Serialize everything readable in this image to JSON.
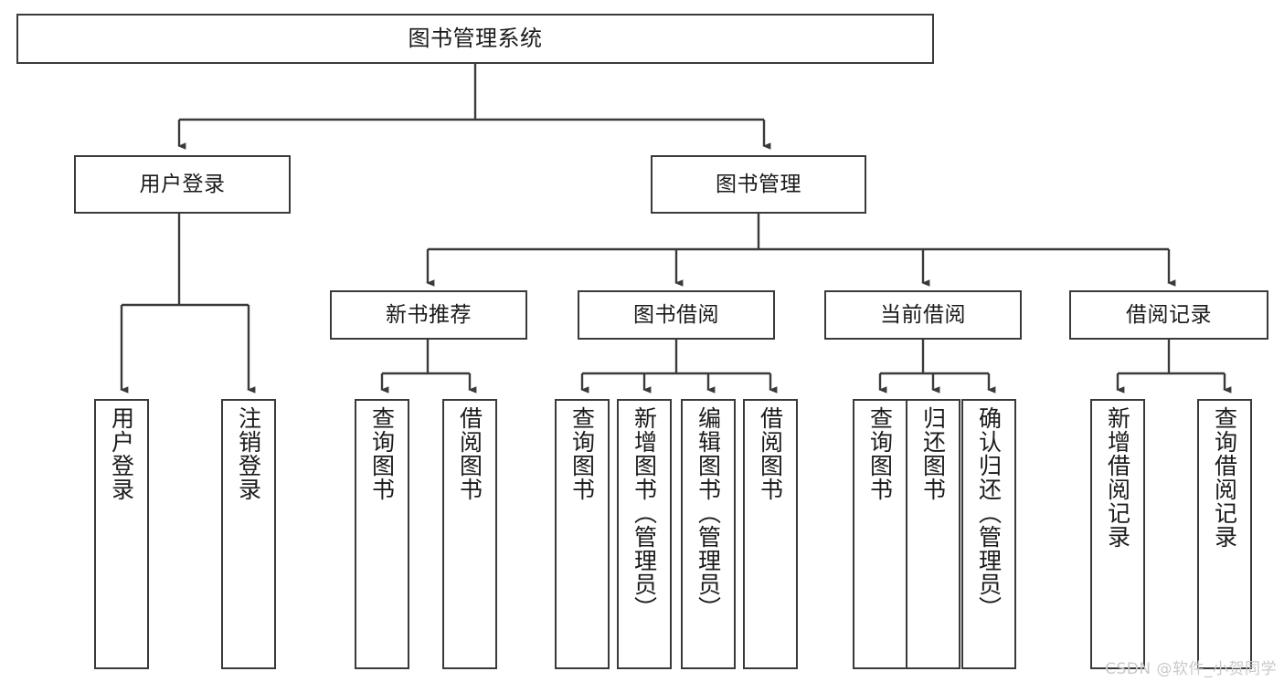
{
  "diagram": {
    "title": "图书管理系统",
    "type": "tree-hierarchy",
    "watermark": "CSDN @软件_小贺同学",
    "colors": {
      "stroke": "#3a3a3a",
      "fill": "#ffffff",
      "text": "#1a1a1a",
      "watermark": "#c9c9c9"
    },
    "levels": {
      "root": {
        "label": "图书管理系统"
      },
      "level2": [
        {
          "id": "user-login",
          "label": "用户登录"
        },
        {
          "id": "book-manage",
          "label": "图书管理"
        }
      ],
      "level3": [
        {
          "id": "new-book-recommend",
          "label": "新书推荐"
        },
        {
          "id": "book-borrow",
          "label": "图书借阅"
        },
        {
          "id": "current-borrow",
          "label": "当前借阅"
        },
        {
          "id": "borrow-record",
          "label": "借阅记录"
        }
      ],
      "leaves": {
        "user-login": [
          {
            "id": "leaf-user-login",
            "label": "用户登录"
          },
          {
            "id": "leaf-logout",
            "label": "注销登录"
          }
        ],
        "new-book-recommend": [
          {
            "id": "leaf-query-book-1",
            "label": "查询图书"
          },
          {
            "id": "leaf-borrow-book-1",
            "label": "借阅图书"
          }
        ],
        "book-borrow": [
          {
            "id": "leaf-query-book-2",
            "label": "查询图书"
          },
          {
            "id": "leaf-add-book",
            "label": "新增图书（管理员）"
          },
          {
            "id": "leaf-edit-book",
            "label": "编辑图书（管理员）"
          },
          {
            "id": "leaf-borrow-book-2",
            "label": "借阅图书"
          }
        ],
        "current-borrow": [
          {
            "id": "leaf-query-book-3",
            "label": "查询图书"
          },
          {
            "id": "leaf-return-book",
            "label": "归还图书"
          },
          {
            "id": "leaf-confirm-return",
            "label": "确认归还（管理员）"
          }
        ],
        "borrow-record": [
          {
            "id": "leaf-add-record",
            "label": "新增借阅记录"
          },
          {
            "id": "leaf-query-record",
            "label": "查询借阅记录"
          }
        ]
      }
    }
  }
}
